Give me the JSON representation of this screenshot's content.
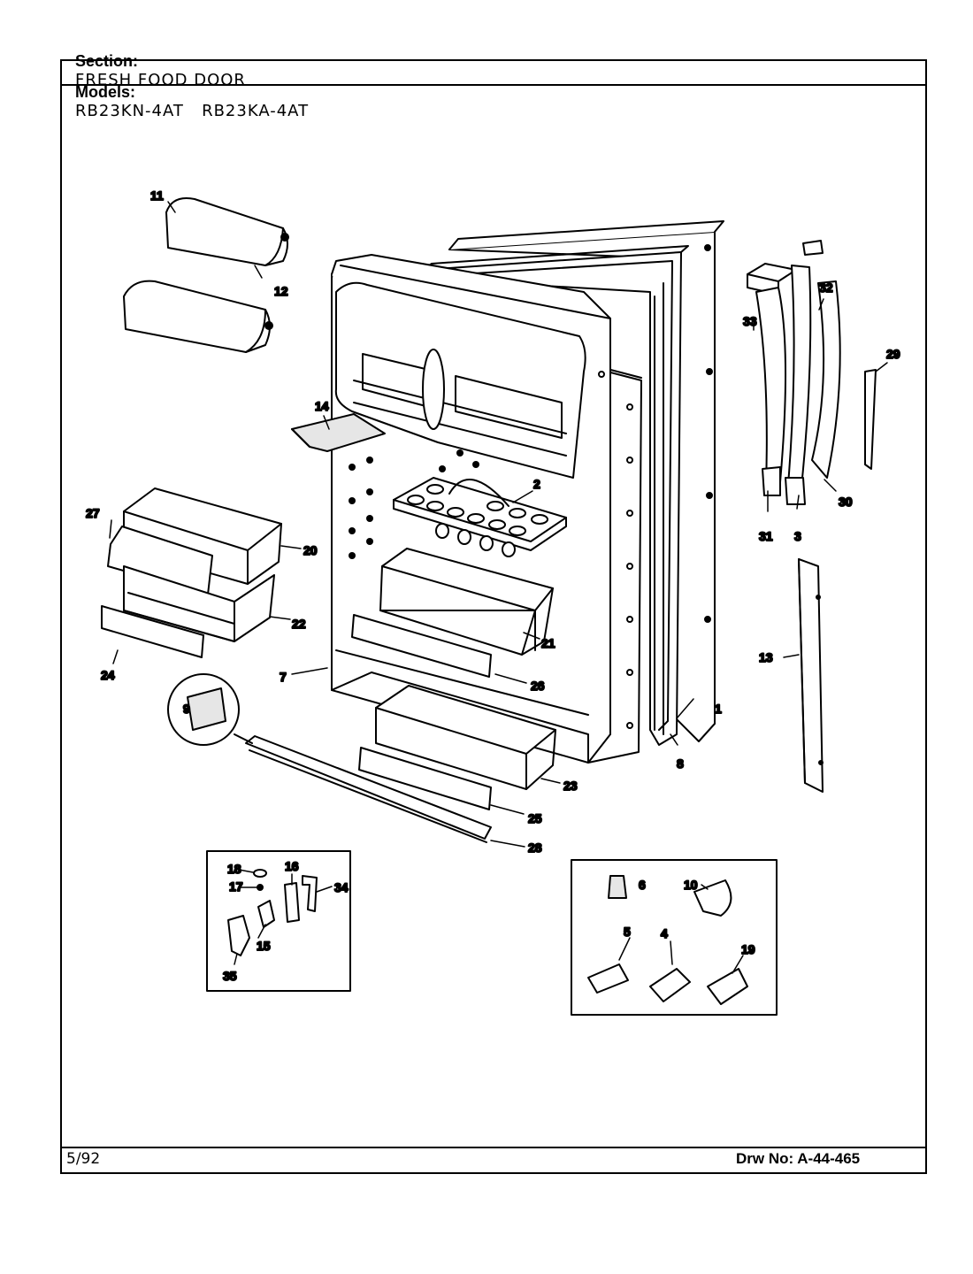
{
  "header": {
    "section_label": "Section:",
    "section_value": "FRESH FOOD DOOR",
    "models_label": "Models:",
    "models_value": "RB23KN-4AT   RB23KA-4AT"
  },
  "footer": {
    "date": "5/92",
    "drawing_number": "Drw No:  A-44-465"
  },
  "callouts": {
    "c1": "1",
    "c2": "2",
    "c3": "3",
    "c4": "4",
    "c5": "5",
    "c6": "6",
    "c7": "7",
    "c8": "8",
    "c9": "9",
    "c10": "10",
    "c11": "11",
    "c12": "12",
    "c13": "13",
    "c14": "14",
    "c15": "15",
    "c16": "16",
    "c17": "17",
    "c18": "18",
    "c19": "19",
    "c20": "20",
    "c21": "21",
    "c22": "22",
    "c23": "23",
    "c24": "24",
    "c25": "25",
    "c26": "26",
    "c27": "27",
    "c28": "28",
    "c29": "29",
    "c30": "30",
    "c31": "31",
    "c32": "32",
    "c33": "33",
    "c34": "34",
    "c35": "35"
  },
  "colors": {
    "line": "#000000",
    "fill": "#ffffff",
    "shade": "#e6e6e6"
  }
}
